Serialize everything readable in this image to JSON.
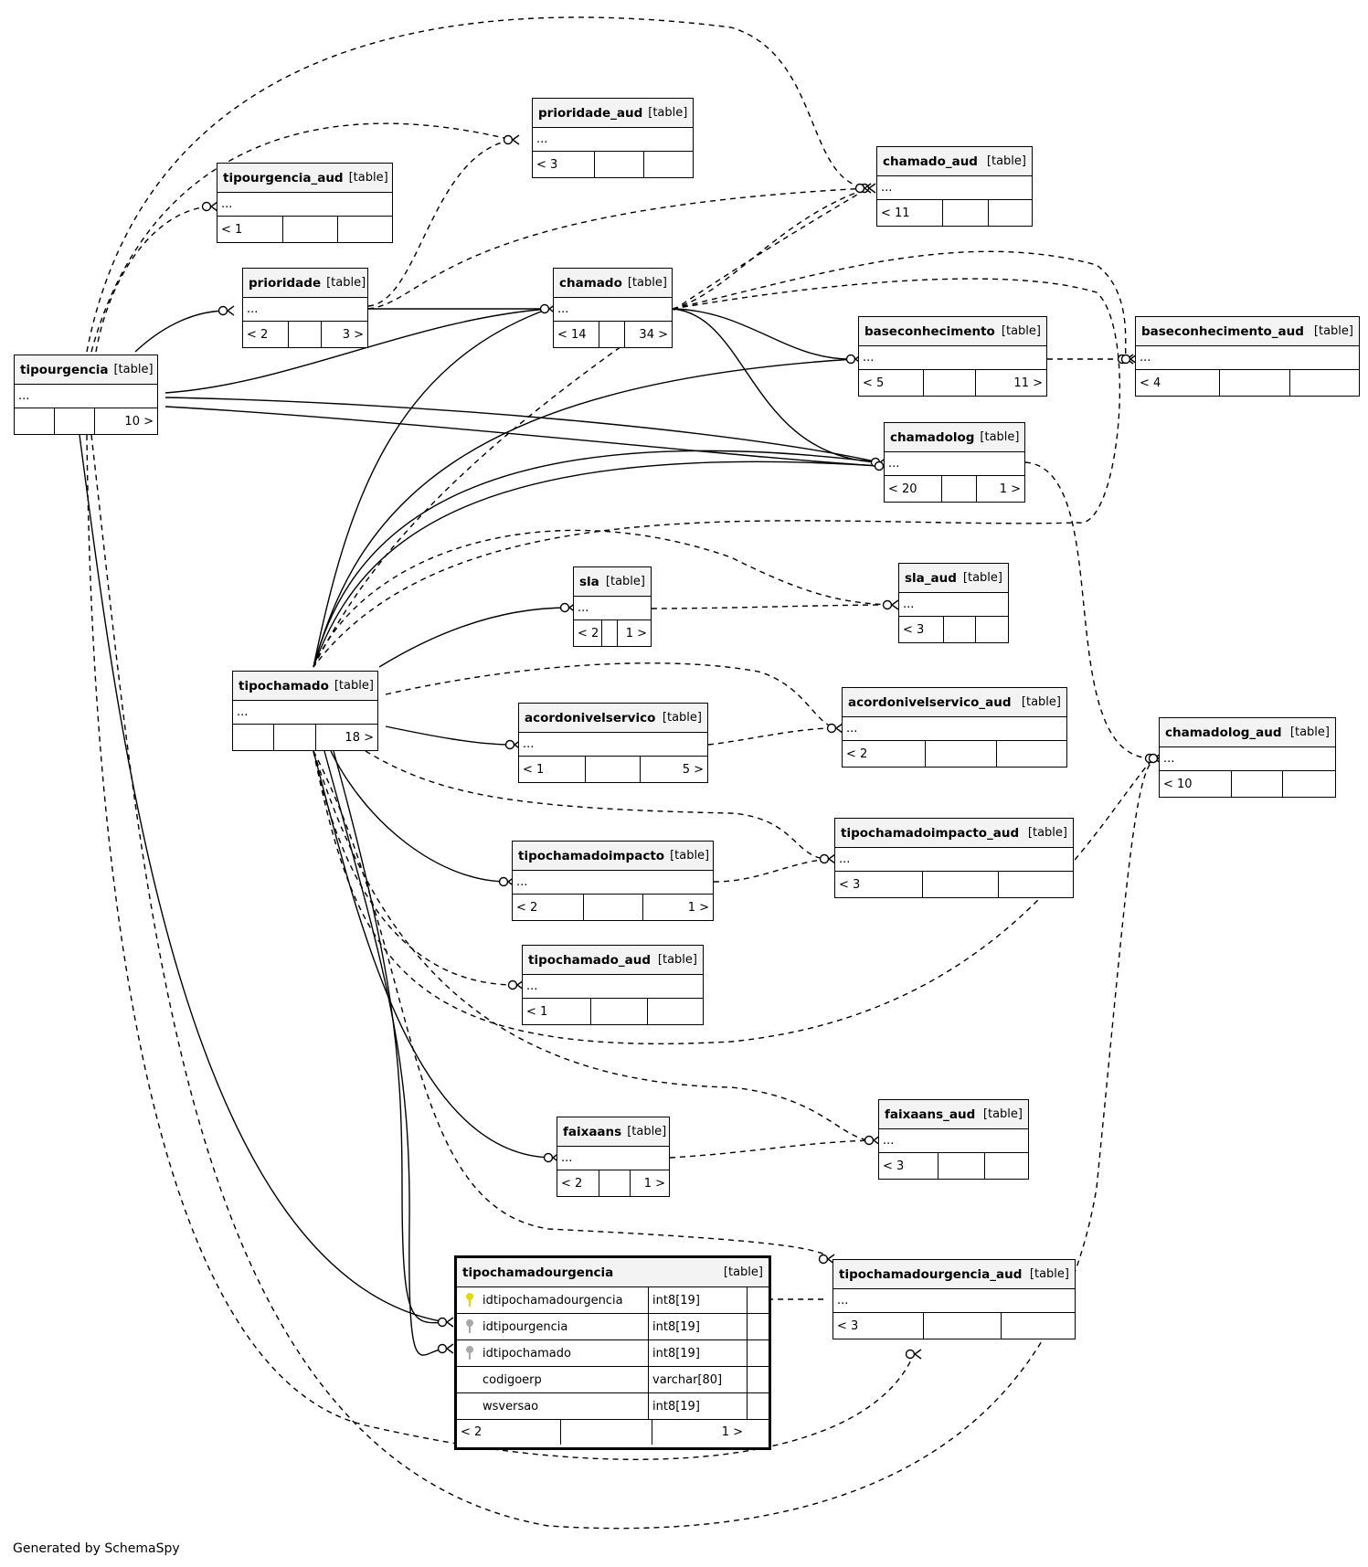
{
  "tables": {
    "tipourgencia": {
      "name": "tipourgencia",
      "kind": "[table]",
      "footer": [
        "",
        "",
        "10 >"
      ]
    },
    "tipourgencia_aud": {
      "name": "tipourgencia_aud",
      "kind": "[table]",
      "footer": [
        "< 1",
        "",
        ""
      ]
    },
    "prioridade": {
      "name": "prioridade",
      "kind": "[table]",
      "footer": [
        "< 2",
        "",
        "3 >"
      ]
    },
    "prioridade_aud": {
      "name": "prioridade_aud",
      "kind": "[table]",
      "footer": [
        "< 3",
        "",
        ""
      ]
    },
    "chamado": {
      "name": "chamado",
      "kind": "[table]",
      "footer": [
        "< 14",
        "",
        "34 >"
      ]
    },
    "chamado_aud": {
      "name": "chamado_aud",
      "kind": "[table]",
      "footer": [
        "< 11",
        "",
        ""
      ]
    },
    "baseconhecimento": {
      "name": "baseconhecimento",
      "kind": "[table]",
      "footer": [
        "< 5",
        "",
        "11 >"
      ]
    },
    "baseconhecimento_aud": {
      "name": "baseconhecimento_aud",
      "kind": "[table]",
      "footer": [
        "< 4",
        "",
        ""
      ]
    },
    "chamadolog": {
      "name": "chamadolog",
      "kind": "[table]",
      "footer": [
        "< 20",
        "",
        "1 >"
      ]
    },
    "sla": {
      "name": "sla",
      "kind": "[table]",
      "footer": [
        "< 2",
        "",
        "1 >"
      ]
    },
    "sla_aud": {
      "name": "sla_aud",
      "kind": "[table]",
      "footer": [
        "< 3",
        "",
        ""
      ]
    },
    "tipochamado": {
      "name": "tipochamado",
      "kind": "[table]",
      "footer": [
        "",
        "",
        "18 >"
      ]
    },
    "acordonivelservico": {
      "name": "acordonivelservico",
      "kind": "[table]",
      "footer": [
        "< 1",
        "",
        "5 >"
      ]
    },
    "acordonivelservico_aud": {
      "name": "acordonivelservico_aud",
      "kind": "[table]",
      "footer": [
        "< 2",
        "",
        ""
      ]
    },
    "chamadolog_aud": {
      "name": "chamadolog_aud",
      "kind": "[table]",
      "footer": [
        "< 10",
        "",
        ""
      ]
    },
    "tipochamadoimpacto": {
      "name": "tipochamadoimpacto",
      "kind": "[table]",
      "footer": [
        "< 2",
        "",
        "1 >"
      ]
    },
    "tipochamadoimpacto_aud": {
      "name": "tipochamadoimpacto_aud",
      "kind": "[table]",
      "footer": [
        "< 3",
        "",
        ""
      ]
    },
    "tipochamado_aud": {
      "name": "tipochamado_aud",
      "kind": "[table]",
      "footer": [
        "< 1",
        "",
        ""
      ]
    },
    "faixaans": {
      "name": "faixaans",
      "kind": "[table]",
      "footer": [
        "< 2",
        "",
        "1 >"
      ]
    },
    "faixaans_aud": {
      "name": "faixaans_aud",
      "kind": "[table]",
      "footer": [
        "< 3",
        "",
        ""
      ]
    },
    "tipochamadourgencia_aud": {
      "name": "tipochamadourgencia_aud",
      "kind": "[table]",
      "footer": [
        "< 3",
        "",
        ""
      ]
    }
  },
  "ellipsis": "...",
  "focus": {
    "name": "tipochamadourgencia",
    "kind": "[table]",
    "columns": [
      {
        "name": "idtipochamadourgencia",
        "type": "int8[19]",
        "key": "primary",
        "key_color": "#e6d800"
      },
      {
        "name": "idtipourgencia",
        "type": "int8[19]",
        "key": "foreign",
        "key_color": "#a8a8a8"
      },
      {
        "name": "idtipochamado",
        "type": "int8[19]",
        "key": "foreign",
        "key_color": "#a8a8a8"
      },
      {
        "name": "codigoerp",
        "type": "varchar[80]",
        "key": "none"
      },
      {
        "name": "wsversao",
        "type": "int8[19]",
        "key": "none"
      }
    ],
    "footer": [
      "< 2",
      "",
      "1 >"
    ]
  },
  "credit": "Generated by SchemaSpy"
}
